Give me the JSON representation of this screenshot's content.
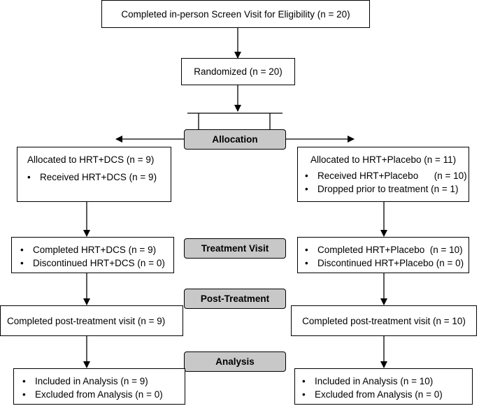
{
  "screen_visit": "Completed in-person Screen Visit for Eligibility (n = 20)",
  "randomized": "Randomized (n = 20)",
  "stages": {
    "allocation": "Allocation",
    "treatment": "Treatment Visit",
    "post_treatment": "Post-Treatment",
    "analysis": "Analysis"
  },
  "dcs": {
    "allocated": "Allocated to HRT+DCS (n = 9)",
    "received": "Received HRT+DCS (n = 9)",
    "completed": "Completed HRT+DCS (n = 9)",
    "discontinued": "Discontinued HRT+DCS (n = 0)",
    "post_visit": "Completed post-treatment visit (n = 9)",
    "included": "Included in Analysis (n = 9)",
    "excluded": "Excluded from Analysis (n = 0)"
  },
  "placebo": {
    "allocated": "Allocated to HRT+Placebo (n = 11)",
    "received": "Received HRT+Placebo      (n = 10)",
    "dropped": "Dropped prior to treatment (n = 1)",
    "completed": "Completed HRT+Placebo  (n = 10)",
    "discontinued": "Discontinued HRT+Placebo (n = 0)",
    "post_visit": "Completed post-treatment visit (n = 10)",
    "included": "Included in Analysis (n = 10)",
    "excluded": "Excluded from Analysis (n = 0)"
  }
}
